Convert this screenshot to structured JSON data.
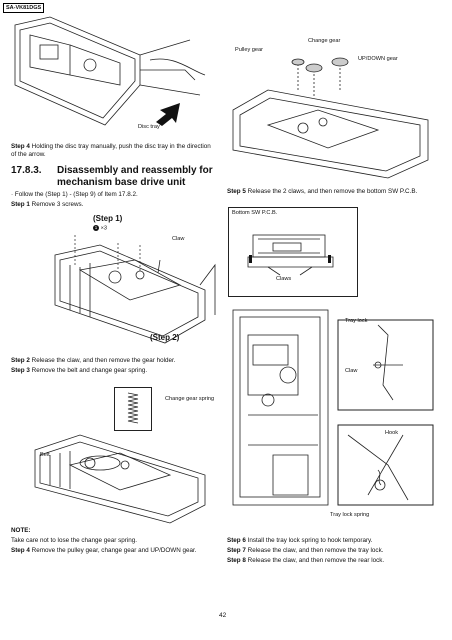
{
  "header": {
    "model": "SA-VK81DGS"
  },
  "fig1": {
    "caption": "Disc tray"
  },
  "fig2": {
    "pulley": "Pulley gear",
    "change": "Change gear",
    "updown": "UP/DOWN gear"
  },
  "step4a": {
    "num": "Step 4",
    "text": " Holding the disc tray manually, push the disc tray in the direction of the arrow."
  },
  "section": {
    "number": "17.8.3.",
    "title_line1": "Disassembly and reassembly for",
    "title_line2": "mechanism base drive unit"
  },
  "follow": "· Follow the (Step 1) - (Step 9) of Item 17.8.2.",
  "step1": {
    "num": "Step 1",
    "text": " Remove 3 screws."
  },
  "fig3": {
    "step1": "(Step 1)",
    "screw_mult": "×3",
    "claw": "Claw",
    "step2": "(Step 2)",
    "screw_mark": "1"
  },
  "step5": {
    "num": "Step 5",
    "text": " Release the 2 claws, and then remove the bottom SW P.C.B."
  },
  "fig4": {
    "board": "Bottom SW P.C.B.",
    "claws": "Claws"
  },
  "step2": {
    "num": "Step 2",
    "text": " Release the claw, and then remove the gear holder."
  },
  "step3": {
    "num": "Step 3",
    "text": " Remove the belt and change gear spring."
  },
  "fig5": {
    "spring": "Change gear spring",
    "belt": "Belt"
  },
  "fig6": {
    "traylock": "Tray lock",
    "claw": "Claw",
    "hook": "Hook",
    "spring": "Tray lock spring"
  },
  "note": {
    "label": "NOTE:",
    "text": "Take care not to lose the change gear spring."
  },
  "step4b": {
    "num": "Step 4",
    "text": " Remove the pulley gear, change gear and UP/DOWN gear."
  },
  "step6": {
    "num": "Step 6",
    "text": " Install the tray lock spring to hook temporary."
  },
  "step7": {
    "num": "Step 7",
    "text": " Release the claw, and then remove the tray lock."
  },
  "step8": {
    "num": "Step 8",
    "text": " Release the claw, and then remove the rear lock."
  },
  "footer": {
    "page": "42"
  }
}
